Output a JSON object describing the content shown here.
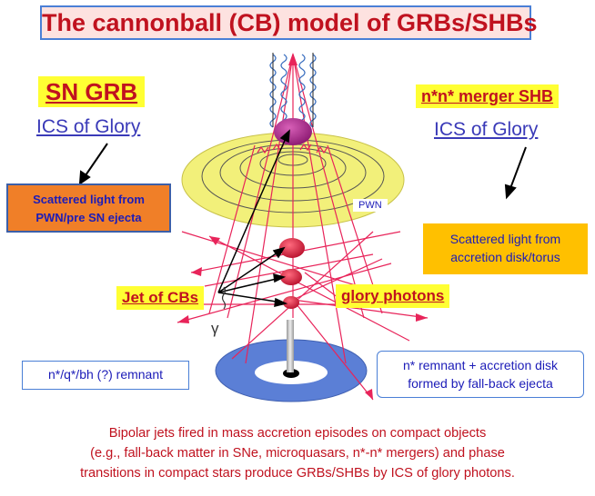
{
  "title": "The cannonball (CB) model of GRBs/SHBs",
  "left": {
    "heading": "SN  GRB",
    "subheading": "ICS of  Glory",
    "box": [
      "Scattered light  from",
      "PWN/pre SN ejecta"
    ],
    "remnant": "n*/q*/bh  (?)  remnant"
  },
  "right": {
    "heading": "n*n*  merger SHB",
    "subheading": "ICS of Glory",
    "box": [
      "Scattered light from",
      "accretion disk/torus"
    ],
    "remnant": [
      "n* remnant + accretion disk",
      "formed by fall-back ejecta"
    ]
  },
  "center": {
    "pwn": "PWN",
    "jet": "Jet of CBs",
    "glory": "glory photons",
    "gamma": "γ"
  },
  "caption": [
    "Bipolar jets fired in mass accretion  episodes on compact objects",
    "(e.g., fall-back matter in SNe, microquasars, n*-n* mergers) and phase",
    "transitions in compact stars produce  GRBs/SHBs by ICS of glory photons."
  ],
  "colors": {
    "title_text": "#c0121f",
    "highlight": "#ffff33",
    "label_blue": "#3a3ab8",
    "ray_pink": "#e8245a",
    "cb_red": "#d01c3c",
    "disk_yellow": "#f2f07a",
    "torus_blue": "#5b7fd6"
  }
}
